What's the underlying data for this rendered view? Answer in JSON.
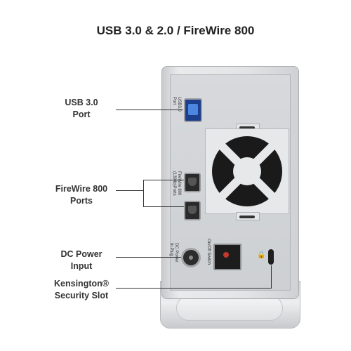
{
  "title": "USB 3.0 & 2.0 / FireWire 800",
  "callouts": {
    "usb3": "USB 3.0\nPort",
    "firewire": "FireWire 800\nPorts",
    "dc_power": "DC Power\nInput",
    "kensington": "Kensington®\nSecurity Slot"
  },
  "device_text": {
    "usb_port": "USB3.0\nPort",
    "fw_ports": "FireWire 800\n(1394b)Ports",
    "dc_plug": "DC Power\nIn Plug",
    "switch": "On/Off Switch"
  },
  "icons": [
    "usb-port-icon",
    "firewire-port-icon",
    "dc-jack-icon",
    "power-switch-icon",
    "fan-icon",
    "lock-icon"
  ],
  "colors": {
    "usb_blue": "#4d86e0",
    "switch_red": "#c0392b",
    "case_silver": "#e2e4e6"
  }
}
